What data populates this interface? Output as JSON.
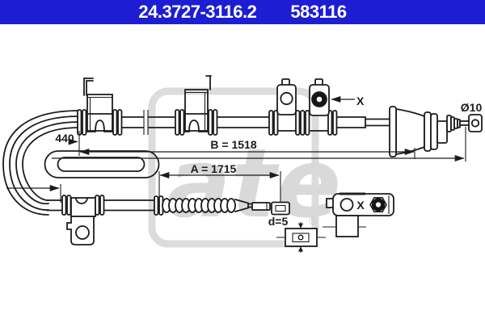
{
  "header": {
    "part_number": "24.3727-3116.2",
    "ref_number": "583116",
    "bg_color": "#1d1dd3",
    "text_color": "#ffffff"
  },
  "labels": {
    "dim_440": "440",
    "dim_b": "B = 1518",
    "dim_a": "A = 1715",
    "diameter": "Ø10",
    "d5": "d=5",
    "x_marker": "X",
    "x_detail_marker": "X"
  },
  "watermark": {
    "logo": "ate",
    "registered": "®",
    "frame_color": "#dcdcdc",
    "text_color": "#d9d9d9"
  },
  "drawing": {
    "line_color": "#1c1c1c",
    "background": "#ffffff"
  }
}
